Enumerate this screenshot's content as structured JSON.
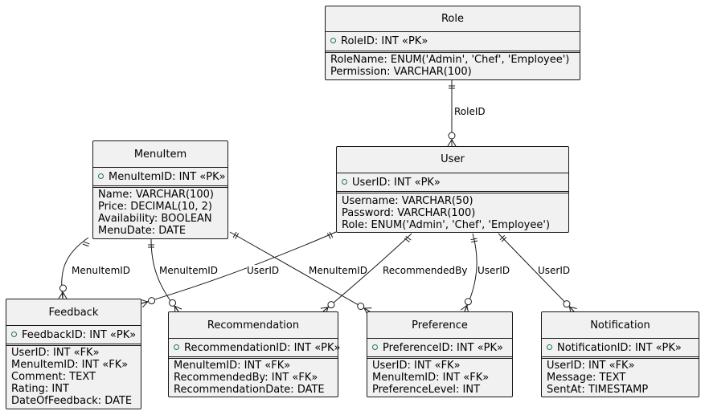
{
  "entities": {
    "role": {
      "name": "Role",
      "pk": "RoleID: INT «PK»",
      "fields": [
        "RoleName: ENUM('Admin', 'Chef', 'Employee')",
        "Permission: VARCHAR(100)"
      ]
    },
    "user": {
      "name": "User",
      "pk": "UserID: INT «PK»",
      "fields": [
        "Username: VARCHAR(50)",
        "Password: VARCHAR(100)",
        "Role: ENUM('Admin', 'Chef', 'Employee')"
      ]
    },
    "menuitem": {
      "name": "MenuItem",
      "pk": "MenuItemID: INT «PK»",
      "fields": [
        "Name: VARCHAR(100)",
        "Price: DECIMAL(10, 2)",
        "Availability: BOOLEAN",
        "MenuDate: DATE"
      ]
    },
    "feedback": {
      "name": "Feedback",
      "pk": "FeedbackID: INT «PK»",
      "fields": [
        "UserID: INT «FK»",
        "MenuItemID: INT «FK»",
        "Comment: TEXT",
        "Rating: INT",
        "DateOfFeedback: DATE"
      ]
    },
    "recommendation": {
      "name": "Recommendation",
      "pk": "RecommendationID: INT «PK»",
      "fields": [
        "MenuItemID: INT «FK»",
        "RecommendedBy: INT «FK»",
        "RecommendationDate: DATE"
      ]
    },
    "preference": {
      "name": "Preference",
      "pk": "PreferenceID: INT «PK»",
      "fields": [
        "UserID: INT «FK»",
        "MenuItemID: INT «FK»",
        "PreferenceLevel: INT"
      ]
    },
    "notification": {
      "name": "Notification",
      "pk": "NotificationID: INT «PK»",
      "fields": [
        "UserID: INT «FK»",
        "Message: TEXT",
        "SentAt: TIMESTAMP"
      ]
    }
  },
  "relationships": [
    {
      "from": "role",
      "to": "user",
      "label": "RoleID"
    },
    {
      "from": "menuitem",
      "to": "feedback",
      "label": "MenuItemID"
    },
    {
      "from": "menuitem",
      "to": "recommendation",
      "label": "MenuItemID"
    },
    {
      "from": "menuitem",
      "to": "preference",
      "label": "MenuItemID"
    },
    {
      "from": "user",
      "to": "feedback",
      "label": "UserID"
    },
    {
      "from": "user",
      "to": "recommendation",
      "label": "RecommendedBy"
    },
    {
      "from": "user",
      "to": "preference",
      "label": "UserID"
    },
    {
      "from": "user",
      "to": "notification",
      "label": "UserID"
    }
  ],
  "colors": {
    "entity_fill": "#f1f1f1",
    "border": "#181818",
    "pk_marker": "#1f7a4a"
  }
}
